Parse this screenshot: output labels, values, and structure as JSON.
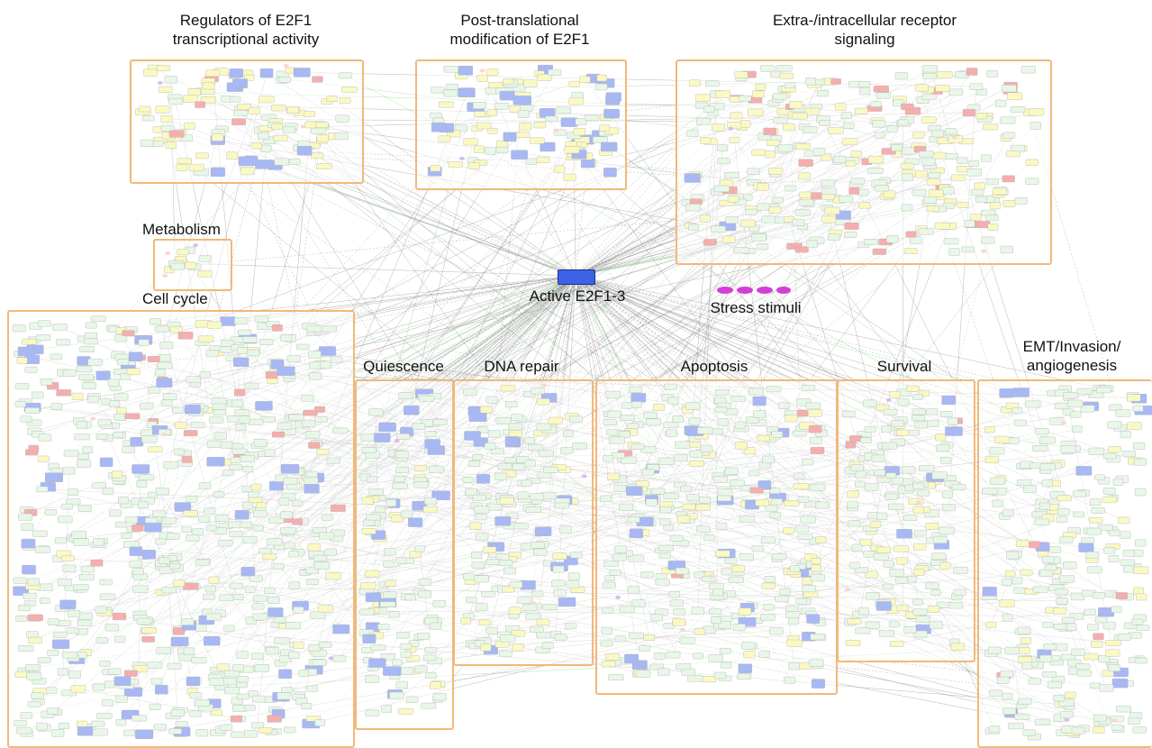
{
  "modules": {
    "regulators": {
      "title_line1": "Regulators of E2F1",
      "title_line2": "transcriptional activity"
    },
    "ptm": {
      "title_line1": "Post-translational",
      "title_line2": "modification of E2F1"
    },
    "receptor": {
      "title_line1": "Extra-/intracellular receptor",
      "title_line2": "signaling"
    },
    "metabolism": {
      "title": "Metabolism"
    },
    "cell_cycle": {
      "title": "Cell cycle"
    },
    "quiescence": {
      "title": "Quiescence"
    },
    "dna_repair": {
      "title": "DNA repair"
    },
    "apoptosis": {
      "title": "Apoptosis"
    },
    "survival": {
      "title": "Survival"
    },
    "emt": {
      "title_line1": "EMT/Invasion/",
      "title_line2": "angiogenesis"
    }
  },
  "hub": {
    "label": "Active E2F1-3"
  },
  "stress": {
    "label": "Stress stimuli"
  },
  "colors": {
    "frame": "#f2b87a",
    "node_yellow": "#f3f27a",
    "node_green": "#cdeecb",
    "node_blue": "#3d62e6",
    "node_red": "#e84c4c",
    "node_pink": "#f5a3a3",
    "node_purple": "#b06be0",
    "node_magenta": "#d23fd2",
    "edge_gray": "#8c8c8c",
    "edge_green": "#7fd17f"
  }
}
